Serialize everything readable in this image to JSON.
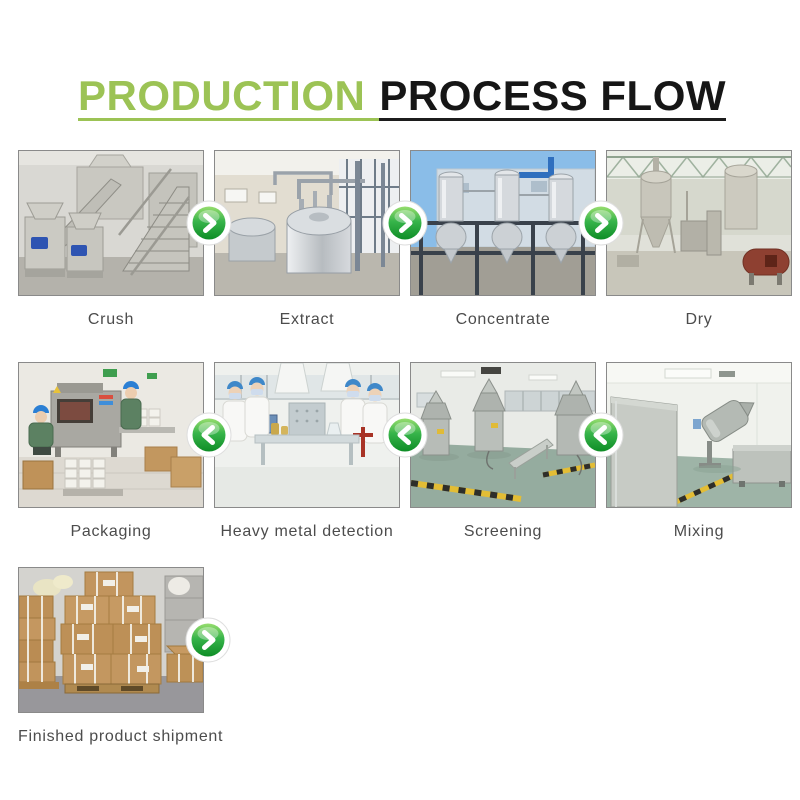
{
  "title": {
    "highlight": "PRODUCTION",
    "rest": "PROCESS FLOW"
  },
  "colors": {
    "accent_green": "#9CC355",
    "title_text": "#161616",
    "caption_text": "#4C4C4C",
    "arrow_green": "#2FAE43",
    "photo_border": "#8A8A8A"
  },
  "flow": {
    "rows": [
      {
        "direction": "right",
        "steps": [
          {
            "label": "Crush"
          },
          {
            "label": "Extract"
          },
          {
            "label": "Concentrate"
          },
          {
            "label": "Dry"
          }
        ]
      },
      {
        "direction": "left",
        "steps": [
          {
            "label": "Packaging"
          },
          {
            "label": "Heavy metal detection"
          },
          {
            "label": "Screening"
          },
          {
            "label": "Mixing"
          }
        ]
      },
      {
        "direction": "right",
        "steps": [
          {
            "label": "Finished product shipment"
          }
        ]
      }
    ]
  }
}
